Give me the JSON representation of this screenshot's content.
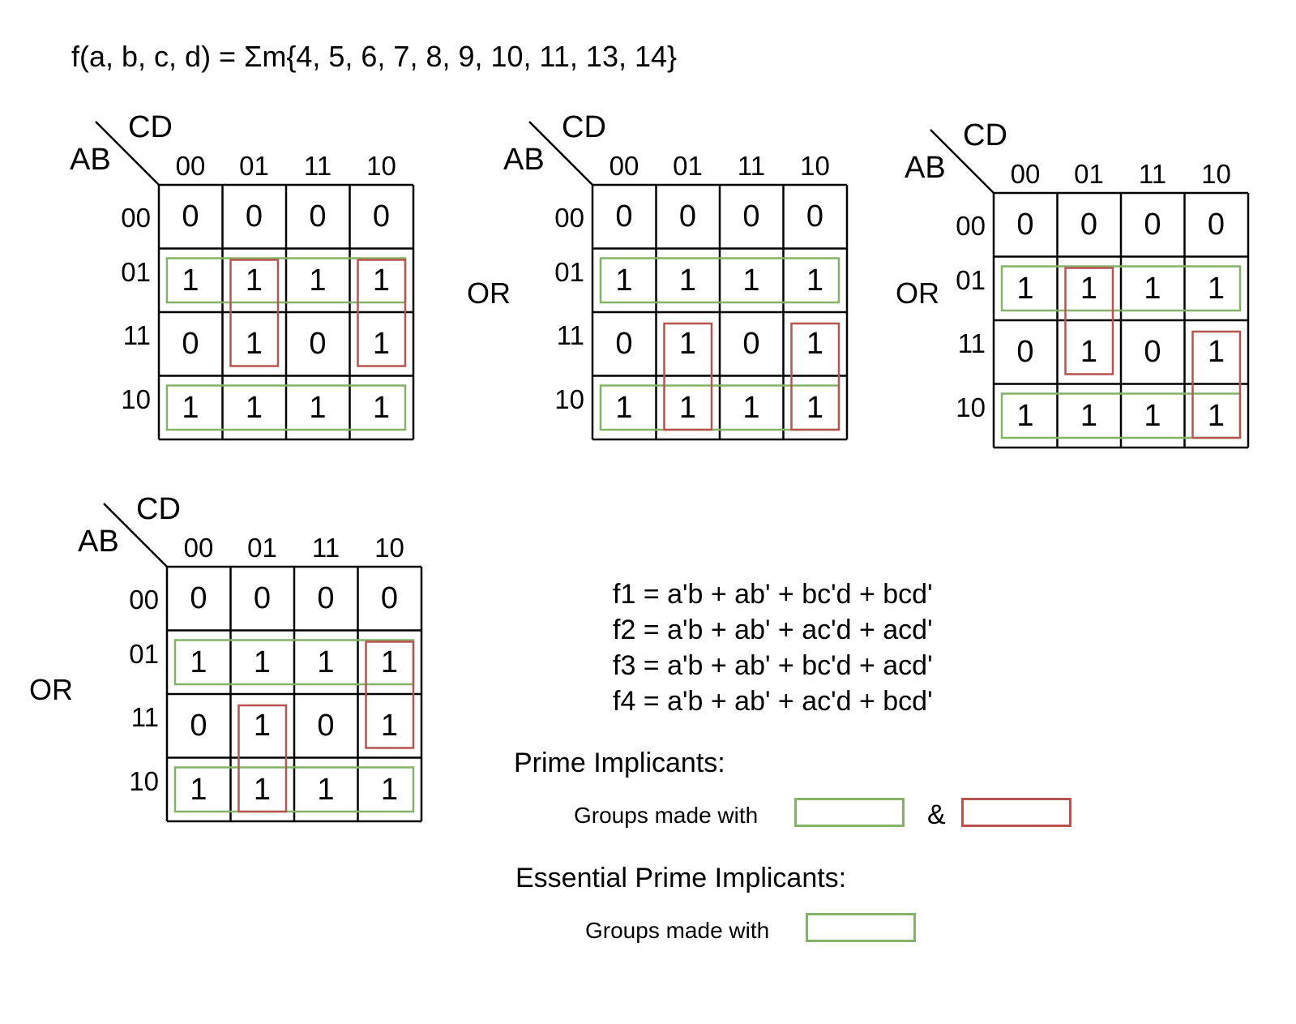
{
  "title": "f(a, b, c, d) = Σm{4, 5, 6, 7, 8, 9, 10, 11, 13, 14}",
  "or_label": "OR",
  "colors": {
    "green_group": "#82b366",
    "red_group": "#b85450",
    "grid": "#000000"
  },
  "kmaps": [
    {
      "row_var": "AB",
      "col_var": "CD",
      "col_headers": [
        "00",
        "01",
        "11",
        "10"
      ],
      "row_headers": [
        "00",
        "01",
        "11",
        "10"
      ],
      "cells": [
        [
          "0",
          "0",
          "0",
          "0"
        ],
        [
          "1",
          "1",
          "1",
          "1"
        ],
        [
          "0",
          "1",
          "0",
          "1"
        ],
        [
          "1",
          "1",
          "1",
          "1"
        ]
      ],
      "groups": [
        {
          "color": "green",
          "rows": [
            1,
            1
          ],
          "cols": [
            0,
            3
          ]
        },
        {
          "color": "green",
          "rows": [
            3,
            3
          ],
          "cols": [
            0,
            3
          ]
        },
        {
          "color": "red",
          "rows": [
            1,
            2
          ],
          "cols": [
            1,
            1
          ]
        },
        {
          "color": "red",
          "rows": [
            1,
            2
          ],
          "cols": [
            3,
            3
          ]
        }
      ]
    },
    {
      "row_var": "AB",
      "col_var": "CD",
      "col_headers": [
        "00",
        "01",
        "11",
        "10"
      ],
      "row_headers": [
        "00",
        "01",
        "11",
        "10"
      ],
      "cells": [
        [
          "0",
          "0",
          "0",
          "0"
        ],
        [
          "1",
          "1",
          "1",
          "1"
        ],
        [
          "0",
          "1",
          "0",
          "1"
        ],
        [
          "1",
          "1",
          "1",
          "1"
        ]
      ],
      "groups": [
        {
          "color": "green",
          "rows": [
            1,
            1
          ],
          "cols": [
            0,
            3
          ]
        },
        {
          "color": "green",
          "rows": [
            3,
            3
          ],
          "cols": [
            0,
            3
          ]
        },
        {
          "color": "red",
          "rows": [
            2,
            3
          ],
          "cols": [
            1,
            1
          ]
        },
        {
          "color": "red",
          "rows": [
            2,
            3
          ],
          "cols": [
            3,
            3
          ]
        }
      ]
    },
    {
      "row_var": "AB",
      "col_var": "CD",
      "col_headers": [
        "00",
        "01",
        "11",
        "10"
      ],
      "row_headers": [
        "00",
        "01",
        "11",
        "10"
      ],
      "cells": [
        [
          "0",
          "0",
          "0",
          "0"
        ],
        [
          "1",
          "1",
          "1",
          "1"
        ],
        [
          "0",
          "1",
          "0",
          "1"
        ],
        [
          "1",
          "1",
          "1",
          "1"
        ]
      ],
      "groups": [
        {
          "color": "green",
          "rows": [
            1,
            1
          ],
          "cols": [
            0,
            3
          ]
        },
        {
          "color": "green",
          "rows": [
            3,
            3
          ],
          "cols": [
            0,
            3
          ]
        },
        {
          "color": "red",
          "rows": [
            1,
            2
          ],
          "cols": [
            1,
            1
          ]
        },
        {
          "color": "red",
          "rows": [
            2,
            3
          ],
          "cols": [
            3,
            3
          ]
        }
      ]
    },
    {
      "row_var": "AB",
      "col_var": "CD",
      "col_headers": [
        "00",
        "01",
        "11",
        "10"
      ],
      "row_headers": [
        "00",
        "01",
        "11",
        "10"
      ],
      "cells": [
        [
          "0",
          "0",
          "0",
          "0"
        ],
        [
          "1",
          "1",
          "1",
          "1"
        ],
        [
          "0",
          "1",
          "0",
          "1"
        ],
        [
          "1",
          "1",
          "1",
          "1"
        ]
      ],
      "groups": [
        {
          "color": "green",
          "rows": [
            1,
            1
          ],
          "cols": [
            0,
            3
          ]
        },
        {
          "color": "green",
          "rows": [
            3,
            3
          ],
          "cols": [
            0,
            3
          ]
        },
        {
          "color": "red",
          "rows": [
            2,
            3
          ],
          "cols": [
            1,
            1
          ]
        },
        {
          "color": "red",
          "rows": [
            1,
            2
          ],
          "cols": [
            3,
            3
          ]
        }
      ]
    }
  ],
  "expressions": [
    "f1 = a'b + ab' + bc'd + bcd'",
    "f2 = a'b + ab' + ac'd + acd'",
    "f3 = a'b + ab' + bc'd + acd'",
    "f4 = a'b + ab' + ac'd + bcd'"
  ],
  "prime_implicants": {
    "heading": "Prime Implicants:",
    "groups_label": "Groups made with",
    "connector": "&",
    "colors": [
      "green",
      "red"
    ]
  },
  "essential_prime_implicants": {
    "heading": "Essential Prime Implicants:",
    "groups_label": "Groups made with",
    "colors": [
      "green"
    ]
  }
}
